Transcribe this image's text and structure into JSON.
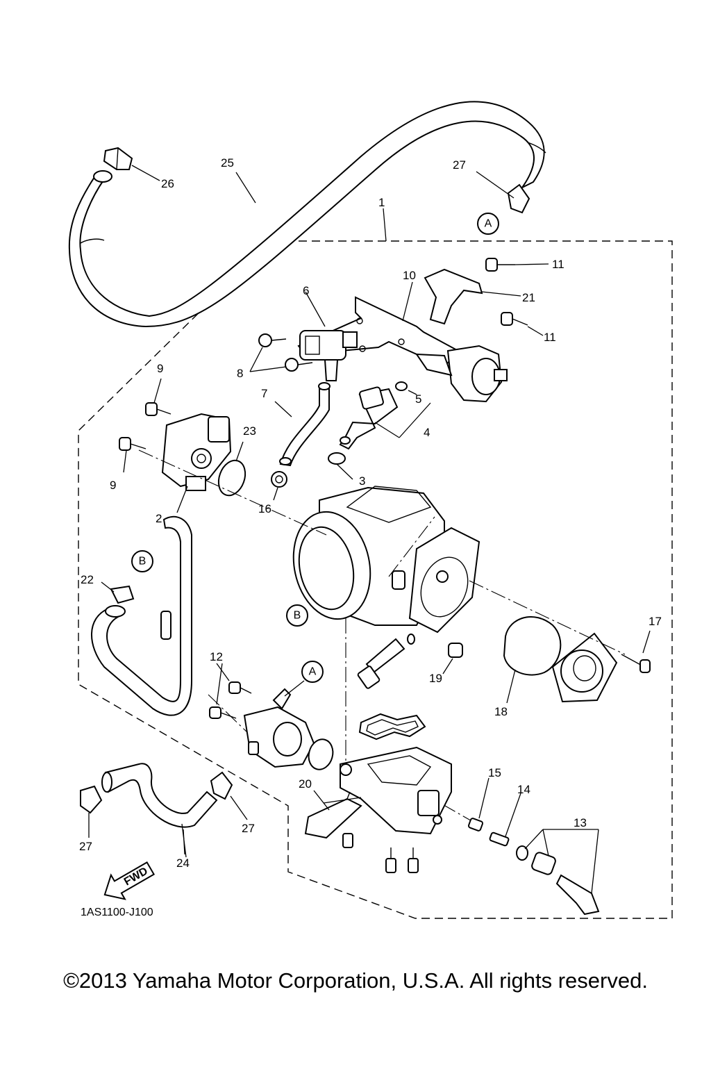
{
  "diagram": {
    "labels": {
      "l1": "1",
      "l2": "2",
      "l3": "3",
      "l4": "4",
      "l5": "5",
      "l6": "6",
      "l7": "7",
      "l8": "8",
      "l9a": "9",
      "l9b": "9",
      "l10": "10",
      "l11a": "11",
      "l11b": "11",
      "l12": "12",
      "l13": "13",
      "l14": "14",
      "l15": "15",
      "l16": "16",
      "l17": "17",
      "l18": "18",
      "l19": "19",
      "l20": "20",
      "l21": "21",
      "l22": "22",
      "l23": "23",
      "l24": "24",
      "l25": "25",
      "l26": "26",
      "l27a": "27",
      "l27b": "27",
      "l27c": "27"
    },
    "refs": {
      "a1": "A",
      "a2": "A",
      "b1": "B",
      "b2": "B"
    },
    "fwd": "FWD",
    "code": "1AS1100-J100"
  },
  "footer": {
    "copyright": "©2013 Yamaha Motor Corporation, U.S.A. All rights reserved."
  }
}
